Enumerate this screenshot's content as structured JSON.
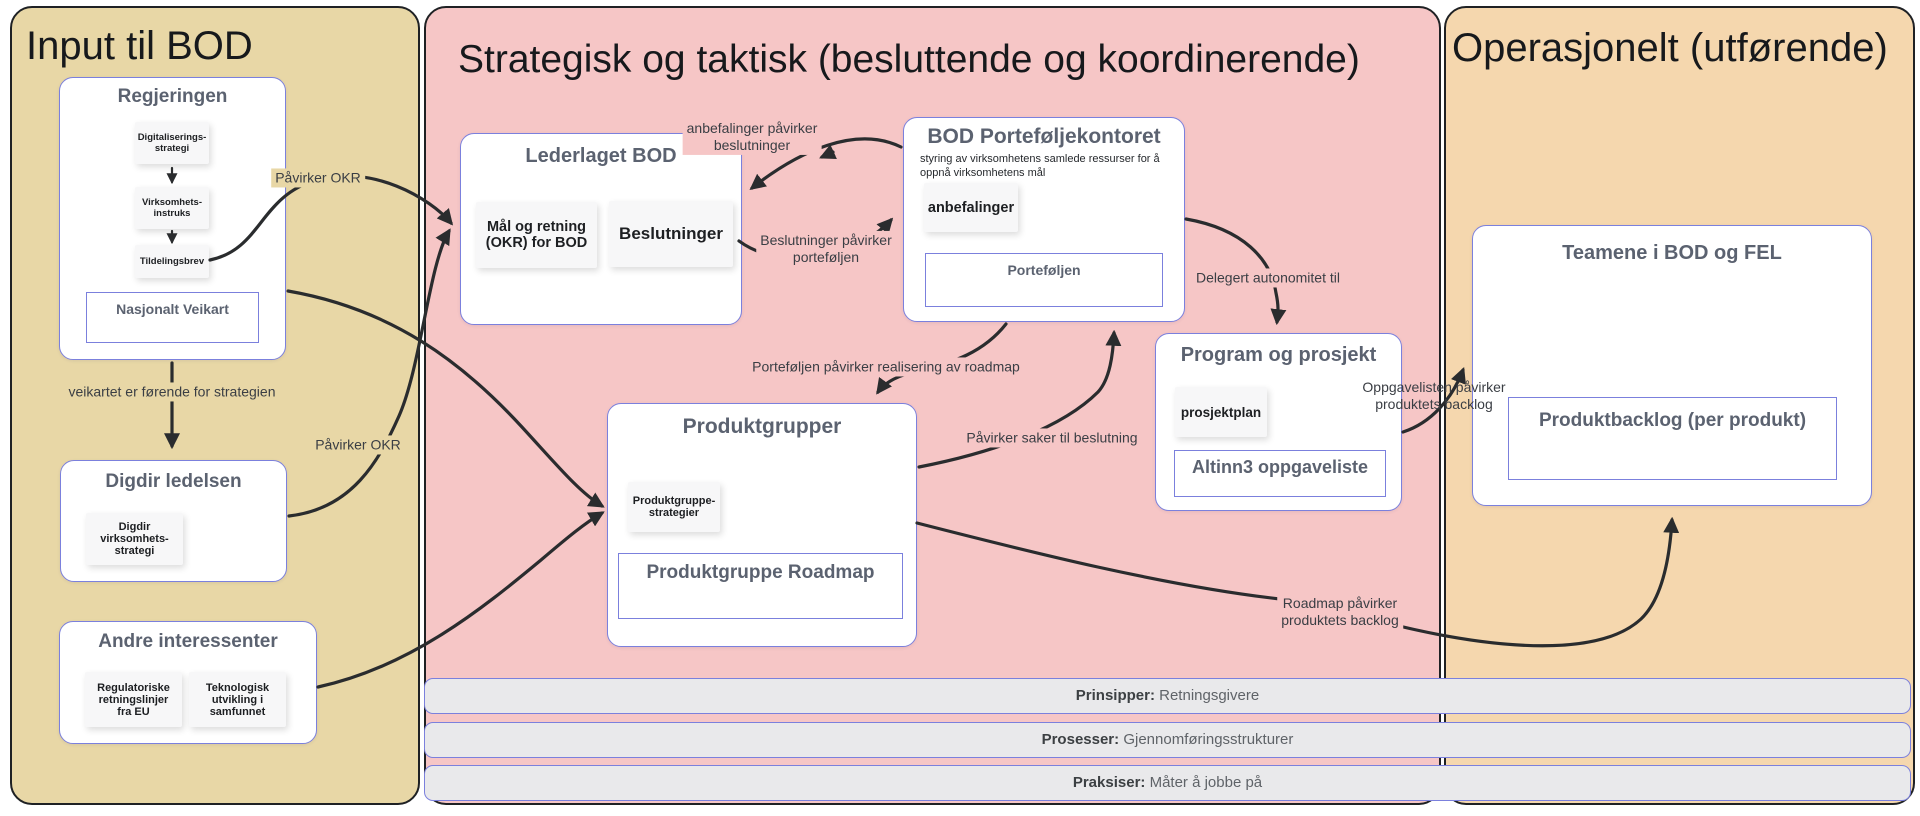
{
  "columns": {
    "input": {
      "title": "Input til BOD"
    },
    "strategic": {
      "title": "Strategisk og taktisk (besluttende og koordinerende)"
    },
    "operational": {
      "title": "Operasjonelt (utførende)"
    }
  },
  "boxes": {
    "regjeringen": {
      "title": "Regjeringen",
      "chips": [
        "Digitaliserings-\nstrategi",
        "Virksomhets-\ninstruks",
        "Tildelingsbrev"
      ],
      "artifact": "Nasjonalt Veikart"
    },
    "digdir": {
      "title": "Digdir ledelsen",
      "chip": "Digdir\nvirksomhets-\nstrategi"
    },
    "andre": {
      "title": "Andre interessenter",
      "chips": [
        "Regulatoriske\nretningslinjer\nfra EU",
        "Teknologisk\nutvikling i\nsamfunnet"
      ]
    },
    "lederlaget": {
      "title": "Lederlaget BOD",
      "chips": [
        "Mål og retning\n(OKR) for BOD",
        "Beslutninger"
      ]
    },
    "portefolje": {
      "title": "BOD Porteføljekontoret",
      "subtitle": "styring av virksomhetens samlede ressurser for å oppnå virksomhetens mål",
      "chip": "anbefalinger",
      "artifact": "Porteføljen"
    },
    "program": {
      "title": "Program og prosjekt",
      "chip": "prosjektplan",
      "artifact": "Altinn3 oppgaveliste"
    },
    "produktgrupper": {
      "title": "Produktgrupper",
      "chip": "Produktgruppe-\nstrategier",
      "artifact": "Produktgruppe Roadmap"
    },
    "teamene": {
      "title": "Teamene i BOD og FEL",
      "artifact": "Produktbacklog (per produkt)"
    }
  },
  "edge_labels": {
    "paavirker_okr_1": "Påvirker OKR",
    "paavirker_okr_2": "Påvirker OKR",
    "veikartet": "veikartet er førende for strategien",
    "anbefalinger_paavirker": "anbefalinger påvirker\nbeslutninger",
    "beslutninger_paavirker": "Beslutninger påvirker\nporteføljen",
    "delegert": "Delegert autonomitet til",
    "portefoljen_paavirker": "Porteføljen påvirker realisering av roadmap",
    "paavirker_saker": "Påvirker saker til beslutning",
    "oppgavelisten": "Oppgavelisten påvirker\nproduktets backlog",
    "roadmap_paavirker": "Roadmap påvirker\nproduktets backlog"
  },
  "bars": [
    {
      "label": "Prinsipper:",
      "value": " Retningsgivere"
    },
    {
      "label": "Prosesser:",
      "value": " Gjennomføringsstrukturer"
    },
    {
      "label": "Praksiser:",
      "value": " Måter å jobbe på"
    }
  ],
  "colors": {
    "input_bg": "#e8d7a6",
    "strategic_bg": "#f6c6c6",
    "operational_bg": "#f5d7ae",
    "box_border": "#7b80dd",
    "column_border": "#1f2124",
    "arrow": "#2a2c2e",
    "bar_bg": "#e9e9eb",
    "chip_bg": "#f7f7f8",
    "title_text": "#17191c",
    "node_title_text": "#5b6270"
  }
}
